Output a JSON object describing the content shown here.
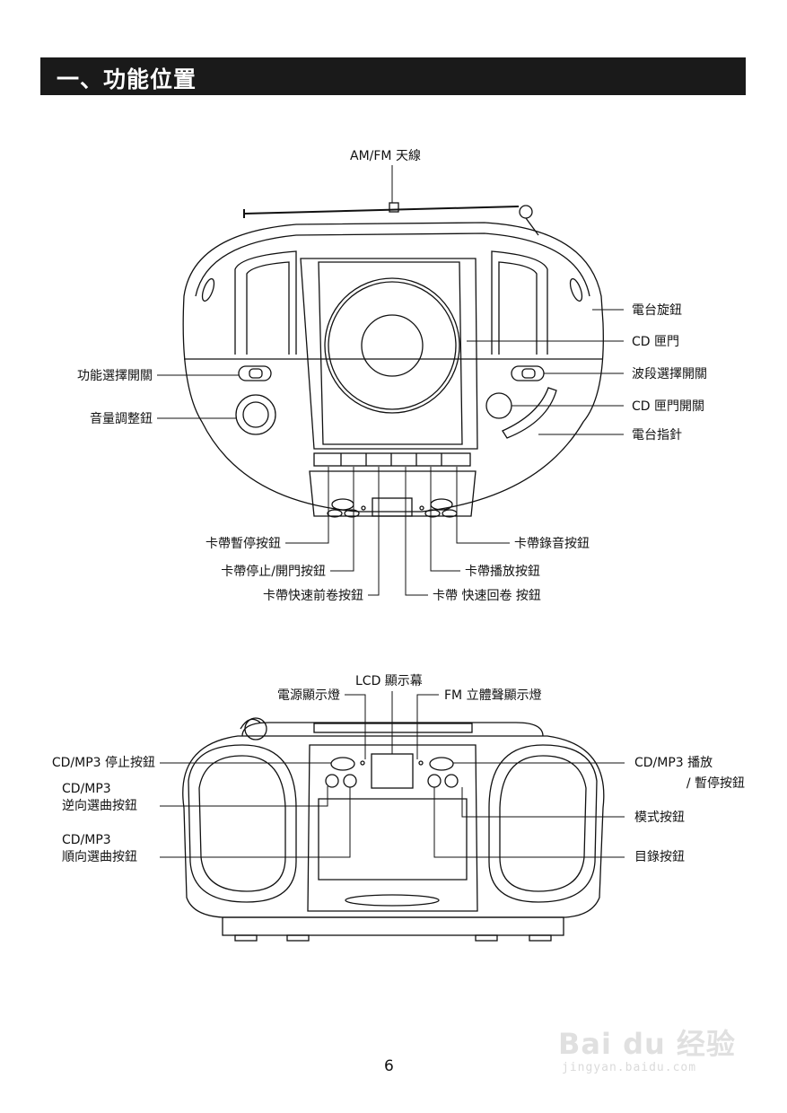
{
  "section_title": "一、功能位置",
  "top_view": {
    "antenna": "AM/FM 天線",
    "tuning_knob": "電台旋鈕",
    "cd_door": "CD 匣門",
    "band_switch": "波段選擇開關",
    "cd_door_open": "CD 匣門開關",
    "tuning_pointer": "電台指針",
    "function_switch": "功能選擇開關",
    "volume_knob": "音量調整鈕",
    "tape_pause": "卡帶暫停按鈕",
    "tape_stop_eject": "卡帶停止/開門按鈕",
    "tape_ffwd": "卡帶快速前卷按鈕",
    "tape_record": "卡帶錄音按鈕",
    "tape_play": "卡帶播放按鈕",
    "tape_rewind": "卡帶 快速回卷 按鈕"
  },
  "front_view": {
    "power_led": "電源顯示燈",
    "lcd": "LCD 顯示幕",
    "fm_stereo_led": "FM 立體聲顯示燈",
    "cd_stop": "CD/MP3 停止按鈕",
    "cd_prev_line1": "CD/MP3",
    "cd_prev_line2": "逆向選曲按鈕",
    "cd_next_line1": "CD/MP3",
    "cd_next_line2": "順向選曲按鈕",
    "cd_play_line1": "CD/MP3  播放",
    "cd_play_line2": "/ 暫停按鈕",
    "mode": "模式按鈕",
    "program": "目錄按鈕"
  },
  "page_number": "6",
  "watermark": {
    "main": "Bai  du 经验",
    "sub": "jingyan.baidu.com"
  }
}
